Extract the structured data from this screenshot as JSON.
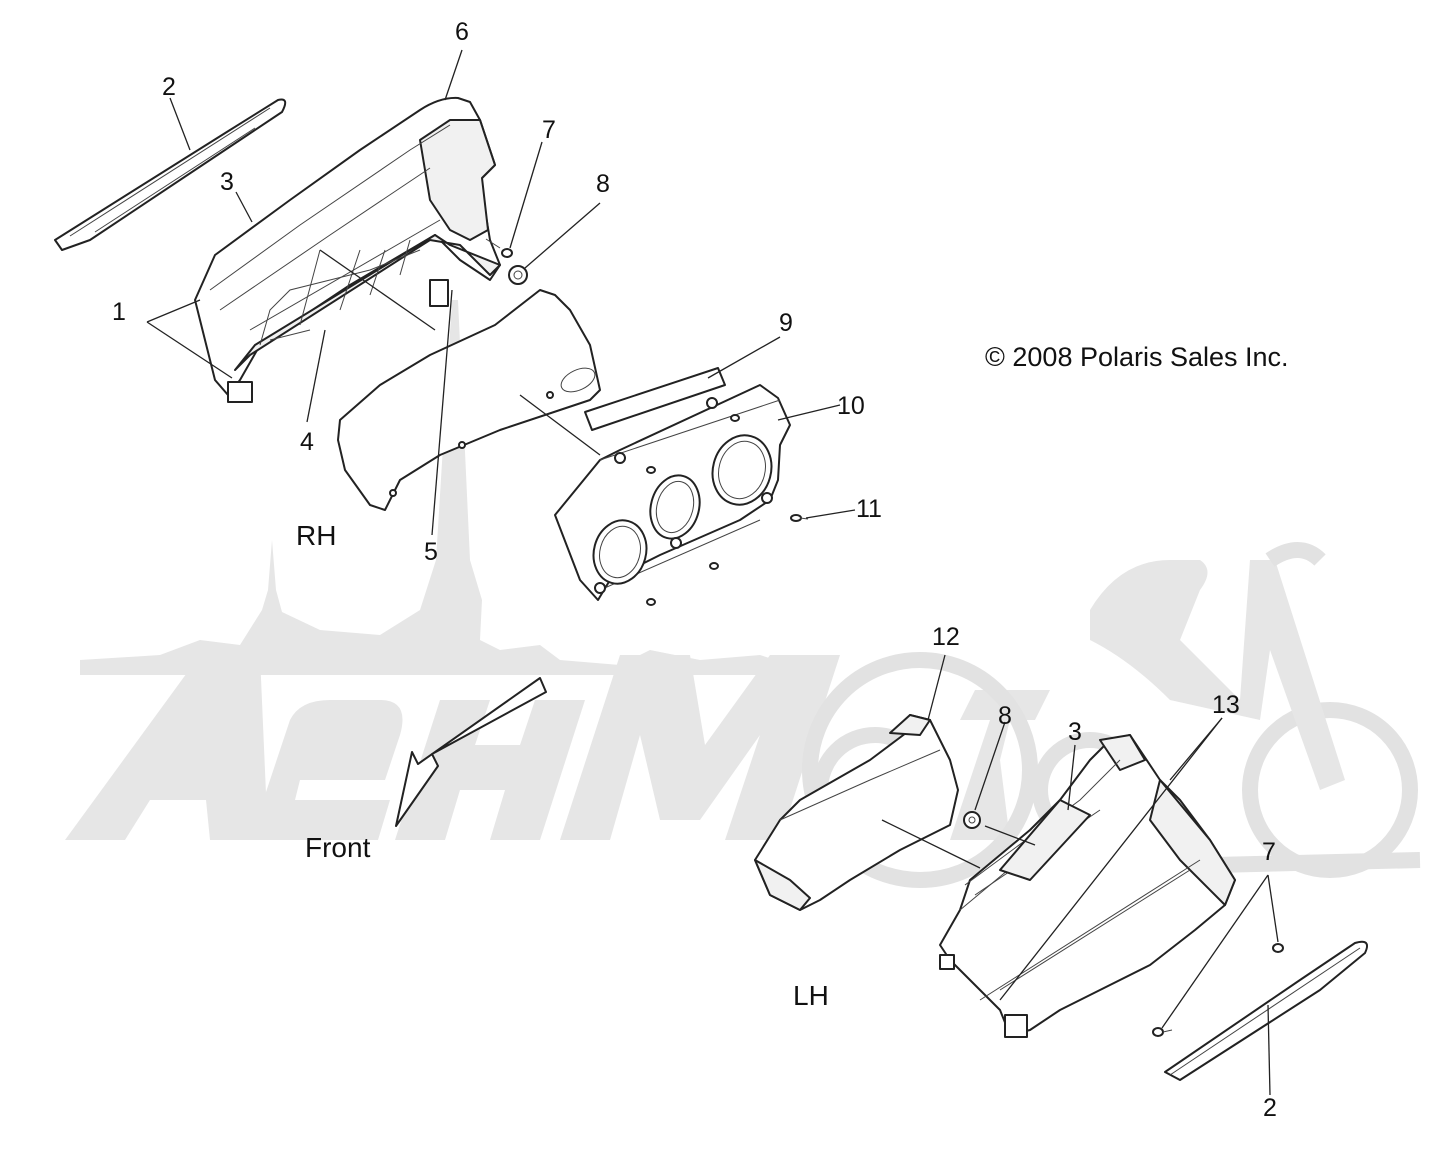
{
  "diagram": {
    "callouts": [
      "1",
      "2",
      "3",
      "4",
      "5",
      "6",
      "7",
      "8",
      "9",
      "10",
      "11",
      "12",
      "8",
      "3",
      "13",
      "7",
      "2"
    ],
    "side_labels": {
      "right": "RH",
      "left": "LH"
    },
    "direction_label": "Front",
    "copyright": "© 2008 Polaris Sales Inc."
  },
  "watermark": {
    "text": "AehMoto"
  }
}
